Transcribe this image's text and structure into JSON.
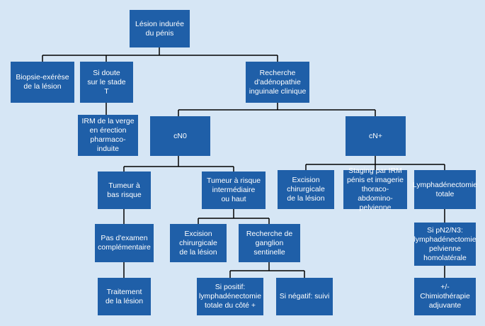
{
  "colors": {
    "background": "#d6e6f5",
    "box": "#1f5fa8",
    "line": "#000000",
    "text": "#ffffff"
  },
  "nodes": {
    "root": "Lésion indurée\ndu pénis",
    "biopsy": "Biopsie-exérèse\nde la lésion",
    "doubt": "Si doute\nsur le stade\nT",
    "search": "Recherche\nd'adénopathie\ninguinale clinique",
    "irm": "IRM de la verge\nen érection\npharmaco-induite",
    "cn0": "cN0",
    "cnplus": "cN+",
    "low": "Tumeur à\nbas risque",
    "inter": "Tumeur à risque\nintermédiaire\nou haut",
    "excision_plus": "Excision\nchirurgicale\nde la lésion",
    "staging": "Staging par IRM\npénis et imagerie\nthoraco-abdomino-\npelvienne",
    "lymph_total": "Lymphadénectomie\ntotale",
    "noexam": "Pas d'examen\ncomplémentaire",
    "excision0": "Excision\nchirurgicale\nde la lésion",
    "sentinel": "Recherche de\nganglion sentinelle",
    "pn2": "Si pN2/N3:\nlymphadénectomie\npelvienne\nhomolatérale",
    "treat": "Traitement\nde la lésion",
    "positive": "Si positif:\nlymphadénectomie\ntotale du côté +",
    "negative": "Si négatif: suivi",
    "chemo": "+/- Chimiothérapie\nadjuvante"
  }
}
